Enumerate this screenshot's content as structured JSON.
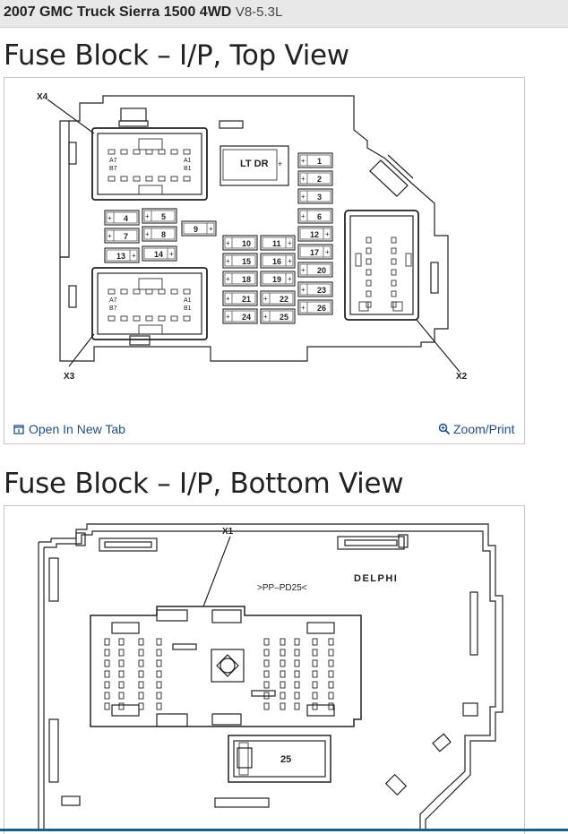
{
  "header": {
    "vehicle": "2007 GMC Truck Sierra 1500 4WD",
    "engine": "V8-5.3L"
  },
  "top_view": {
    "title": "Fuse Block – I/P, Top View",
    "connectors": {
      "x4": "X4",
      "x3": "X3",
      "x2": "X2"
    },
    "pins": {
      "a7": "A7",
      "b7": "B7",
      "a1": "A1",
      "b1": "B1"
    },
    "relay_label": "LT DR",
    "plus": "+",
    "fuses": [
      "1",
      "2",
      "3",
      "4",
      "5",
      "6",
      "7",
      "8",
      "9",
      "10",
      "11",
      "12",
      "13",
      "14",
      "15",
      "16",
      "17",
      "18",
      "19",
      "20",
      "21",
      "22",
      "23",
      "24",
      "25",
      "26"
    ],
    "open_new_tab": "Open In New Tab",
    "zoom_print": "Zoom/Print"
  },
  "bottom_view": {
    "title": "Fuse Block – I/P, Bottom View",
    "connector": "X1",
    "part_code": ">PP–PD25<",
    "brand": "DELPHI",
    "fuse": "25"
  }
}
